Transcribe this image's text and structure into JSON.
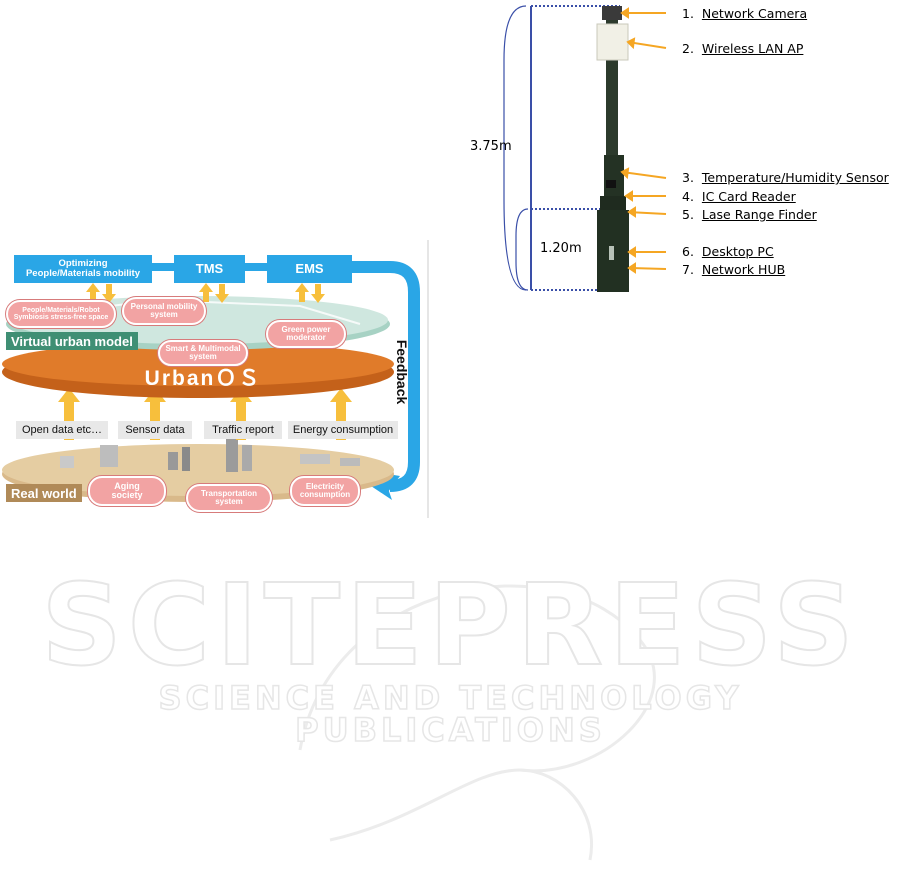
{
  "watermark": {
    "main": "SCITEPRESS",
    "sub": "SCIENCE AND TECHNOLOGY PUBLICATIONS"
  },
  "urban_diagram": {
    "top_boxes": [
      {
        "label": "Optimizing\nPeople/Materials mobility"
      },
      {
        "label": "TMS"
      },
      {
        "label": "EMS"
      }
    ],
    "virtual_pills": [
      {
        "label": "People/Materials/Robot\nSymbiosis stress-free space"
      },
      {
        "label": "Personal mobility\nsystem"
      },
      {
        "label": "Green power\nmoderator"
      },
      {
        "label": "Smart & Multimodal\nsystem"
      }
    ],
    "virtual_label": "Virtual urban model",
    "os_label": "UrbanＯＳ",
    "feedback_label": "Feedback",
    "data_sources": [
      "Open data etc…",
      "Sensor data",
      "Traffic report",
      "Energy consumption"
    ],
    "real_label": "Real world",
    "real_pills": [
      {
        "label": "Aging\nsociety"
      },
      {
        "label": "Transportation\nsystem"
      },
      {
        "label": "Electricity\nconsumption"
      }
    ],
    "colors": {
      "blue": "#2aa6e6",
      "arrow": "#f7bf3c",
      "os": "#e07b2a",
      "virtual": "#cfe7df",
      "real": "#d9b98a",
      "pill": "#f2a3a3"
    }
  },
  "sensor_pole": {
    "heights": {
      "total": "3.75m",
      "lower": "1.20m"
    },
    "components": [
      {
        "num": "1.",
        "label": "Network Camera"
      },
      {
        "num": "2.",
        "label": "Wireless LAN AP"
      },
      {
        "num": "3.",
        "label": "Temperature/Humidity Sensor"
      },
      {
        "num": "4.",
        "label": "IC Card Reader"
      },
      {
        "num": "5.",
        "label": "Lase Range Finder"
      },
      {
        "num": "6.",
        "label": "Desktop PC"
      },
      {
        "num": "7.",
        "label": "Network HUB"
      }
    ],
    "colors": {
      "pole": "#2c3a2c",
      "accent": "#f5a623",
      "measure": "#3a4fa8"
    }
  }
}
